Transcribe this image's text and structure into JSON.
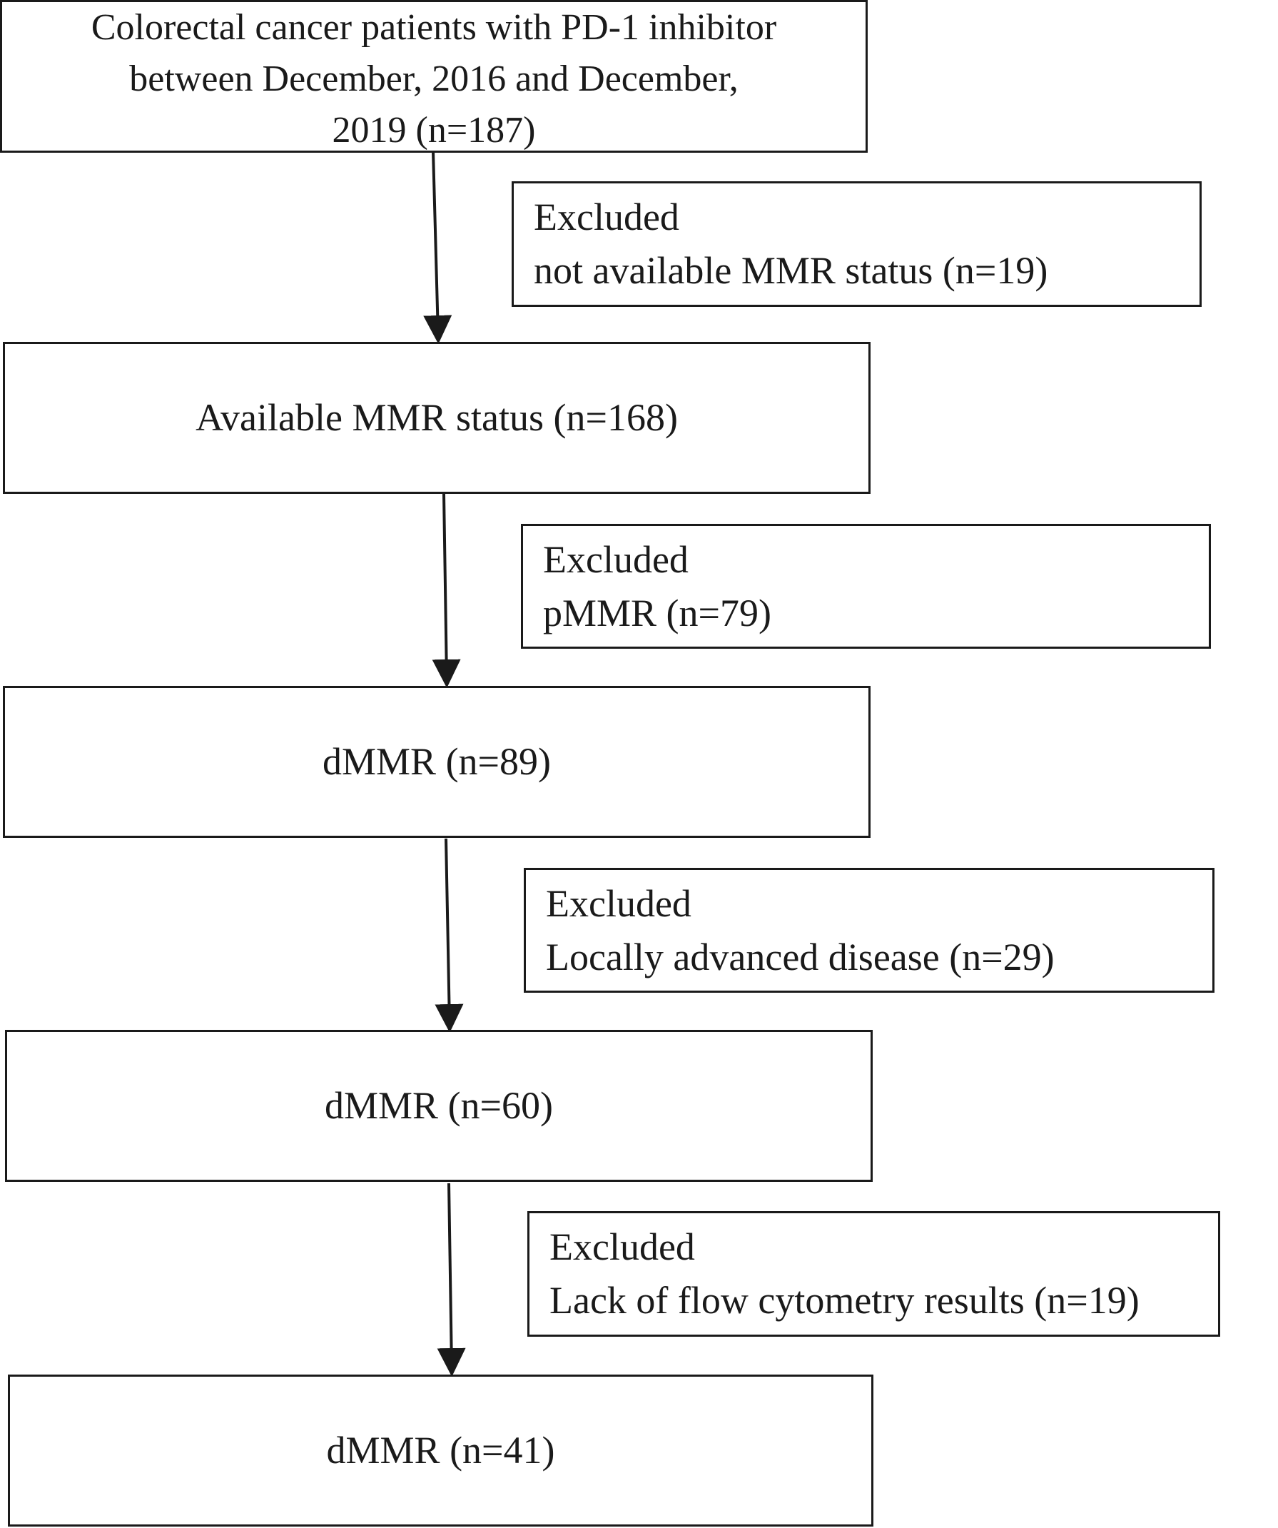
{
  "flow": {
    "start": {
      "line1": "Colorectal cancer patients with PD-1 inhibitor",
      "line2": "between December, 2016 and December,",
      "line3": "2019 (n=187)"
    },
    "excluded_1": {
      "heading": "Excluded",
      "reason": "not available MMR status (n=19)"
    },
    "step_1": {
      "label": "Available MMR status (n=168)"
    },
    "excluded_2": {
      "heading": "Excluded",
      "reason": "pMMR (n=79)"
    },
    "step_2": {
      "label": "dMMR (n=89)"
    },
    "excluded_3": {
      "heading": "Excluded",
      "reason": "Locally advanced disease (n=29)"
    },
    "step_3": {
      "label": "dMMR (n=60)"
    },
    "excluded_4": {
      "heading": "Excluded",
      "reason": "Lack of flow cytometry results (n=19)"
    },
    "step_4": {
      "label": "dMMR (n=41)"
    }
  }
}
